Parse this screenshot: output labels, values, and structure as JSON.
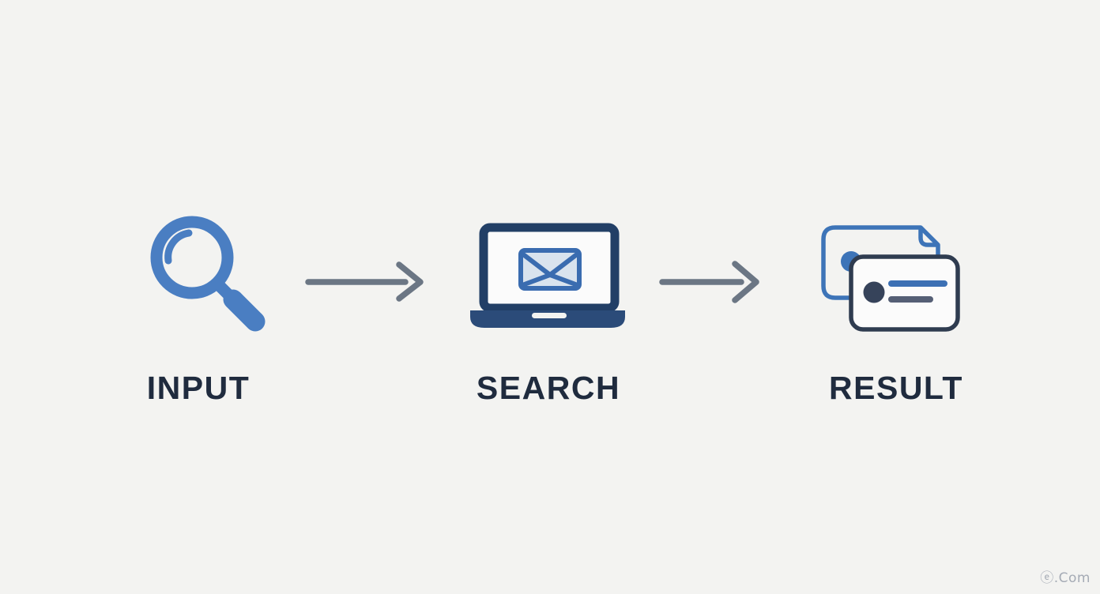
{
  "page": {
    "background": "#f3f3f1",
    "watermark": "ⓔ.Com"
  },
  "steps": [
    {
      "label": "INPUT",
      "icon": "magnifier-icon"
    },
    {
      "label": "SEARCH",
      "icon": "laptop-mail-icon"
    },
    {
      "label": "RESULT",
      "icon": "result-cards-icon"
    }
  ],
  "arrows": [
    {
      "icon": "right-arrow-icon"
    },
    {
      "icon": "right-arrow-icon"
    }
  ],
  "colors": {
    "accent_blue": "#4a7ec2",
    "mid_blue": "#3a6cb0",
    "card_blue": "#3d74b8",
    "navy": "#223f66",
    "laptop_base": "#2b4b79",
    "envelope_fill": "#d9e3ee",
    "dark_slate": "#36435a",
    "card_stroke": "#2f3c50",
    "gray_line": "#555f75",
    "arrow_gray": "#6b7684",
    "label_text": "#1f2b3e",
    "watermark_gray": "#a5abb5"
  }
}
